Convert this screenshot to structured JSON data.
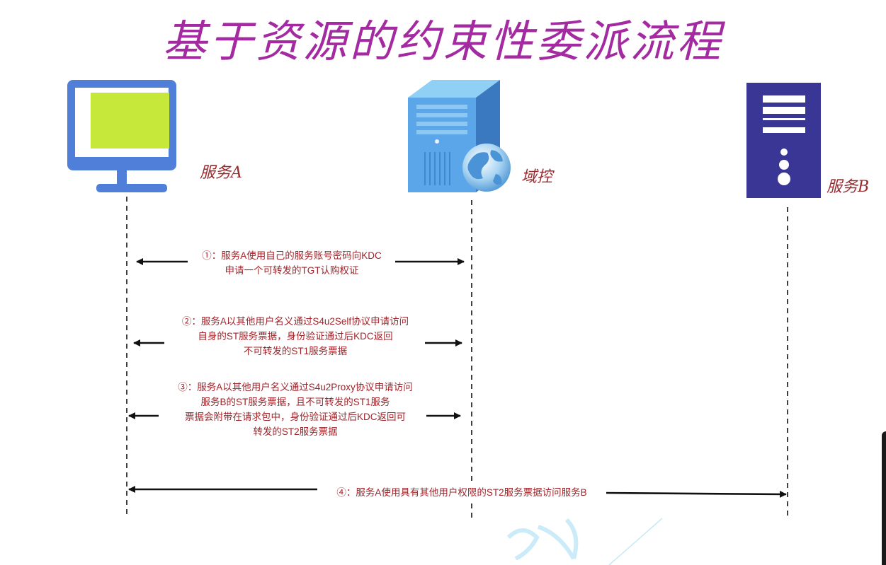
{
  "title": "基于资源的约束性委派流程",
  "nodes": {
    "service_a": {
      "label": "服务A"
    },
    "dc": {
      "label": "域控"
    },
    "service_b": {
      "label": "服务B"
    }
  },
  "messages": [
    {
      "lines": [
        "①：服务A使用自己的服务账号密码向KDC",
        "申请一个可转发的TGT认购权证"
      ]
    },
    {
      "lines": [
        "②：服务A以其他用户名义通过S4u2Self协议申请访问",
        "自身的ST服务票据，身份验证通过后KDC返回",
        "不可转发的ST1服务票据"
      ]
    },
    {
      "lines": [
        "③：服务A以其他用户名义通过S4u2Proxy协议申请访问",
        "服务B的ST服务票据，且不可转发的ST1服务",
        "票据会附带在请求包中，身份验证通过后KDC返回可",
        "转发的ST2服务票据"
      ]
    },
    {
      "lines": [
        "④：服务A使用具有其他用户权限的ST2服务票据访问服务B"
      ]
    }
  ],
  "colors": {
    "title": "#a32aa0",
    "label": "#9b2a2f",
    "message": "#a1242a",
    "monitor_frame": "#4f7fd8",
    "monitor_screen": "#c6e83a",
    "server_front": "#5aa6e8",
    "server_b": "#3a3696"
  },
  "icons": {
    "service_a": "monitor-icon",
    "dc": "server-with-globe-icon",
    "service_b": "server-tower-icon"
  }
}
